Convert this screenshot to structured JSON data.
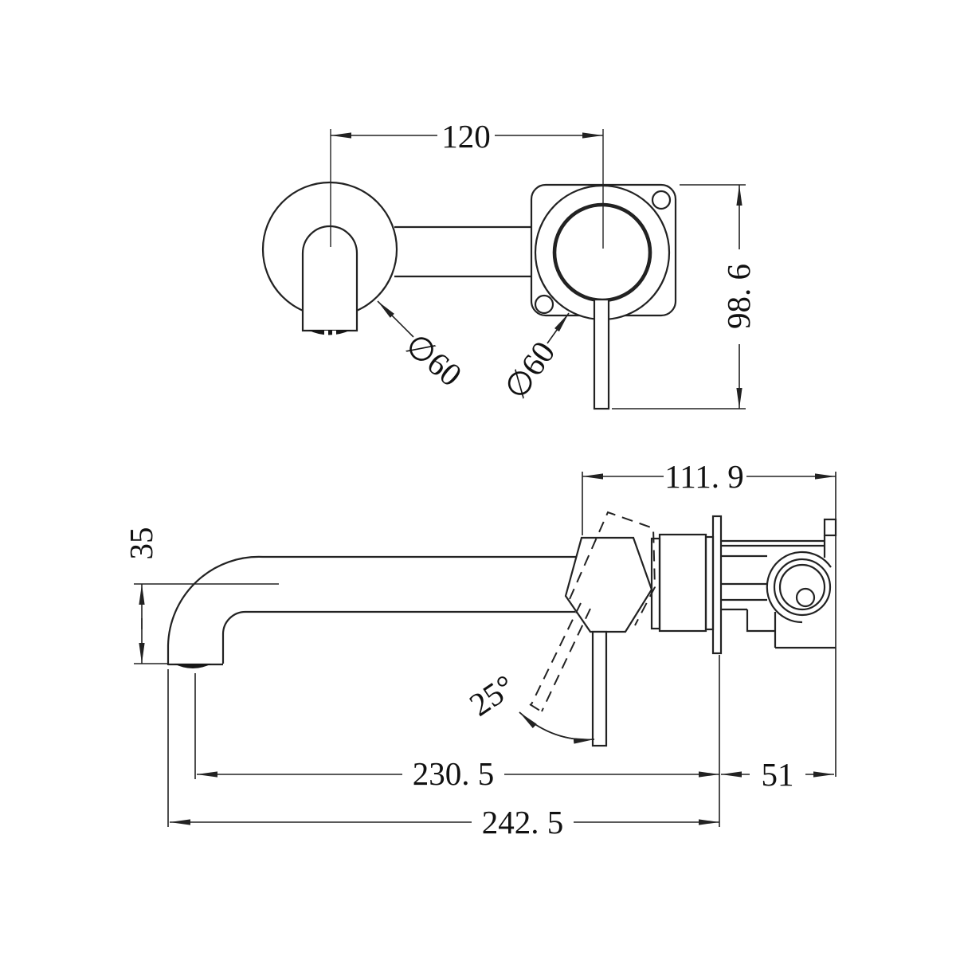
{
  "colors": {
    "line": "#222222",
    "text": "#111111",
    "background": "#ffffff"
  },
  "dimensions": {
    "centers_width": "120",
    "spout_escutcheon_diameter": "∅60",
    "mixer_escutcheon_diameter": "∅60",
    "mixer_plate_height": "98. 6",
    "body_projection": "111. 9",
    "spout_drop": "35",
    "handle_angle": "25°",
    "spout_reach": "230. 5",
    "overall_projection": "242. 5",
    "handle_projection": "51"
  }
}
